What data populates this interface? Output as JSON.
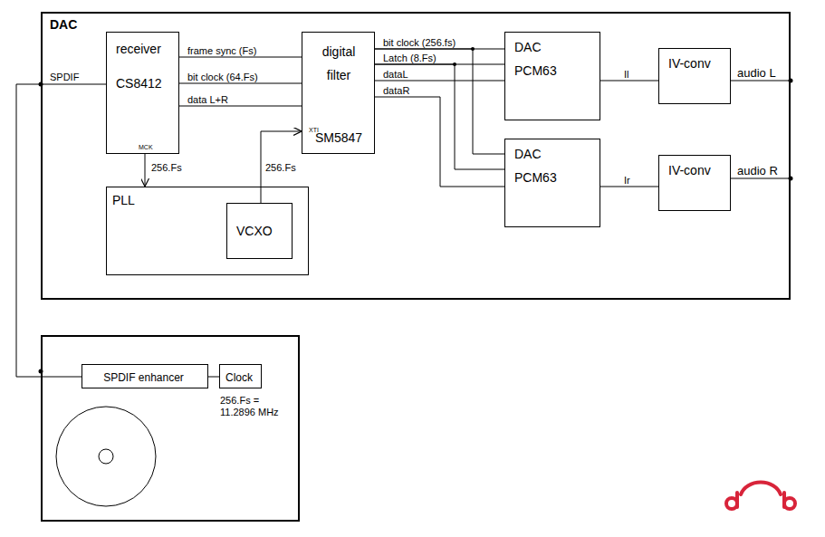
{
  "diagram": {
    "nodes": [
      {
        "text": [
          "DAC"
        ]
      },
      {
        "text": [
          "receiver",
          "CS8412"
        ],
        "in": 0
      },
      {
        "text": [
          "digital filter",
          "SM5847"
        ],
        "in": 0
      },
      {
        "text": [
          "DAC",
          "PCM63"
        ],
        "in": 0
      },
      {
        "text": [
          "DAC",
          "PCM63"
        ],
        "in": 0
      },
      {
        "text": [
          "IV-conv"
        ],
        "in": 0
      },
      {
        "text": [
          "IV-conv"
        ],
        "in": 0
      },
      {
        "text": [
          "PLL"
        ],
        "in": 0
      },
      {
        "text": [
          "VCXO"
        ],
        "in": 7
      },
      {
        "text": []
      },
      {
        "text": [
          "SPDIF enhancer"
        ],
        "in": 9
      },
      {
        "text": [
          "Clock"
        ],
        "in": 9
      }
    ],
    "edges": [
      {
        "from": 1,
        "to": 2,
        "arrow": "none",
        "label": "frame sync (Fs)"
      },
      {
        "from": 1,
        "to": 2,
        "arrow": "none",
        "label": "bit clock (64.Fs)"
      },
      {
        "from": 1,
        "to": 2,
        "arrow": "none",
        "label": "data L+R"
      },
      {
        "from": 1,
        "to": 7,
        "arrow": "to",
        "label": "256.Fs"
      },
      {
        "from": 8,
        "to": 2,
        "arrow": "to",
        "label": "256.Fs"
      },
      {
        "from": 2,
        "to": 3,
        "arrow": "none",
        "label": "bit clock (256.fs)"
      },
      {
        "from": 2,
        "to": 4,
        "arrow": "none"
      },
      {
        "from": 2,
        "to": 3,
        "arrow": "none",
        "label": "Latch (8.Fs)"
      },
      {
        "from": 2,
        "to": 4,
        "arrow": "none"
      },
      {
        "from": 2,
        "to": 3,
        "arrow": "none",
        "label": "dataL"
      },
      {
        "from": 2,
        "to": 4,
        "arrow": "none",
        "label": "dataR"
      },
      {
        "from": 3,
        "to": 5,
        "arrow": "none",
        "label": "Il"
      },
      {
        "from": 4,
        "to": 6,
        "arrow": "none",
        "label": "Ir"
      },
      {
        "from": 10,
        "to": 1,
        "arrow": "none",
        "label": "SPDIF"
      },
      {
        "from": 10,
        "to": 11,
        "arrow": "none"
      }
    ],
    "labels": [
      "MCK",
      "XTI",
      "audio L",
      "audio R",
      "256.Fs = 11.2896 MHz"
    ]
  }
}
